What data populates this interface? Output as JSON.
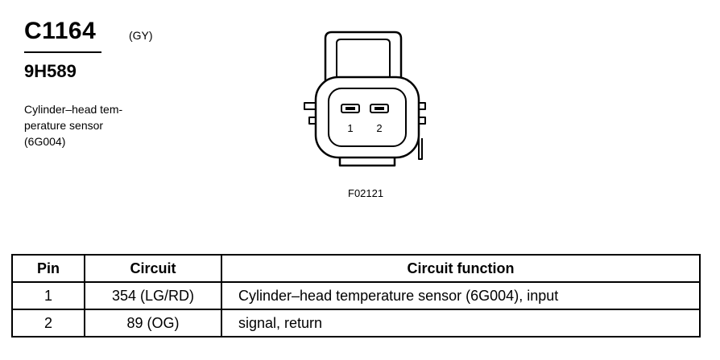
{
  "connector": {
    "id": "C1164",
    "color_code": "(GY)",
    "part_number": "9H589",
    "description_lines": [
      "Cylinder–head tem-",
      "perature sensor",
      "(6G004)"
    ]
  },
  "figure": {
    "pin_labels": [
      "1",
      "2"
    ],
    "reference": "F02121"
  },
  "table": {
    "headers": [
      "Pin",
      "Circuit",
      "Circuit function"
    ],
    "rows": [
      {
        "pin": "1",
        "circuit": "354 (LG/RD)",
        "function": "Cylinder–head temperature sensor (6G004), input"
      },
      {
        "pin": "2",
        "circuit": "89 (OG)",
        "function": "signal, return"
      }
    ]
  }
}
